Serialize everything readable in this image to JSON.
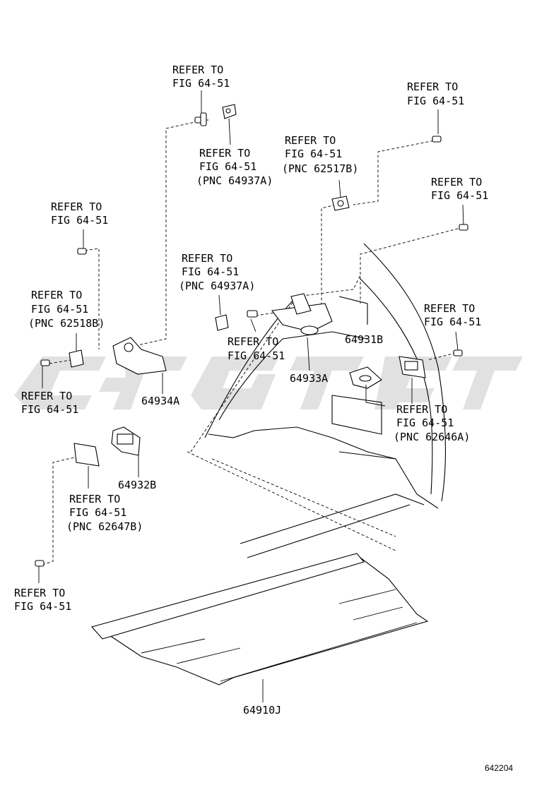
{
  "diagram": {
    "code": "642204",
    "refer_labels": [
      {
        "lines": [
          "REFER TO",
          "FIG 64-51"
        ]
      },
      {
        "lines": [
          "REFER TO",
          "FIG 64-51",
          "(PNC 64937A)"
        ]
      },
      {
        "lines": [
          "REFER TO",
          "FIG 64-51"
        ]
      },
      {
        "lines": [
          "REFER TO",
          "FIG 64-51",
          "(PNC 62517B)"
        ]
      },
      {
        "lines": [
          "REFER TO",
          "FIG 64-51"
        ]
      },
      {
        "lines": [
          "REFER TO",
          "FIG 64-51"
        ]
      },
      {
        "lines": [
          "REFER TO",
          "FIG 64-51",
          "(PNC 64937A)"
        ]
      },
      {
        "lines": [
          "REFER TO",
          "FIG 64-51",
          "(PNC 62518B)"
        ]
      },
      {
        "lines": [
          "REFER TO",
          "FIG 64-51"
        ]
      },
      {
        "lines": [
          "REFER TO",
          "FIG 64-51"
        ]
      },
      {
        "lines": [
          "REFER TO",
          "FIG 64-51"
        ]
      },
      {
        "lines": [
          "REFER TO",
          "FIG 64-51",
          "(PNC 62646A)"
        ]
      },
      {
        "lines": [
          "REFER TO",
          "FIG 64-51",
          "(PNC 62647B)"
        ]
      },
      {
        "lines": [
          "REFER TO",
          "FIG 64-51"
        ]
      }
    ],
    "part_numbers": [
      "64934A",
      "64931B",
      "64933A",
      "64932B",
      "64910J"
    ]
  }
}
